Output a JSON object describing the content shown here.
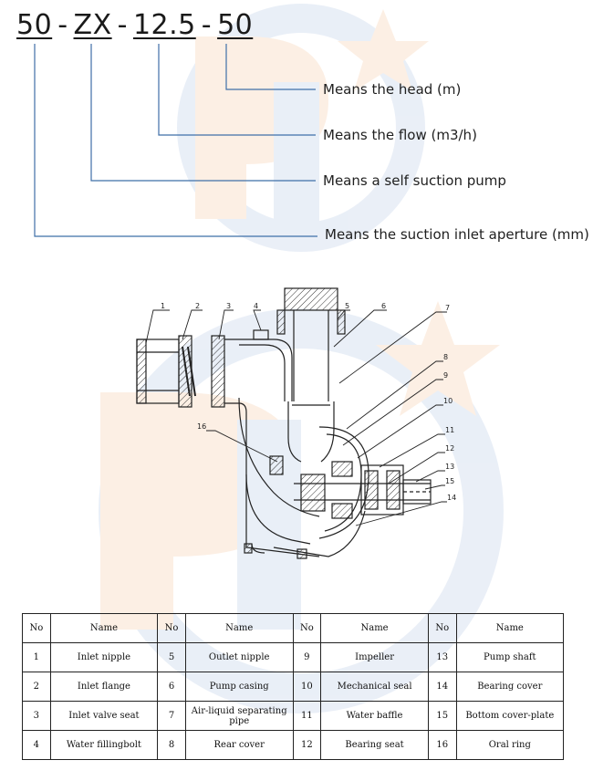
{
  "model_code": {
    "size": "50",
    "type": "ZX",
    "flow": "12.5",
    "head": "50",
    "separator": "-"
  },
  "meanings": {
    "head": "Means the head (m)",
    "flow": "Means the flow (m3/h)",
    "pump": "Means a self suction pump",
    "inlet": "Means the suction inlet aperture (mm)"
  },
  "callouts": [
    "1",
    "2",
    "3",
    "4",
    "5",
    "6",
    "7",
    "8",
    "9",
    "10",
    "11",
    "12",
    "13",
    "14",
    "15",
    "16"
  ],
  "parts_table": {
    "headers": [
      "No",
      "Name",
      "No",
      "Name",
      "No",
      "Name",
      "No",
      "Name"
    ],
    "rows": [
      [
        "1",
        "Inlet nipple",
        "5",
        "Outlet nipple",
        "9",
        "Impeller",
        "13",
        "Pump shaft"
      ],
      [
        "2",
        "Inlet flange",
        "6",
        "Pump casing",
        "10",
        "Mechanical seal",
        "14",
        "Bearing cover"
      ],
      [
        "3",
        "Inlet valve seat",
        "7",
        "Air-liquid separating pipe",
        "11",
        "Water baffle",
        "15",
        "Bottom cover-plate"
      ],
      [
        "4",
        "Water fillingbolt",
        "8",
        "Rear cover",
        "12",
        "Bearing seat",
        "16",
        "Oral ring"
      ]
    ]
  },
  "colors": {
    "leader_line": "#3f6fa8",
    "watermark_blue": "#d8e2f1",
    "watermark_orange": "#fbe3cf",
    "drawing_line": "#222222"
  }
}
